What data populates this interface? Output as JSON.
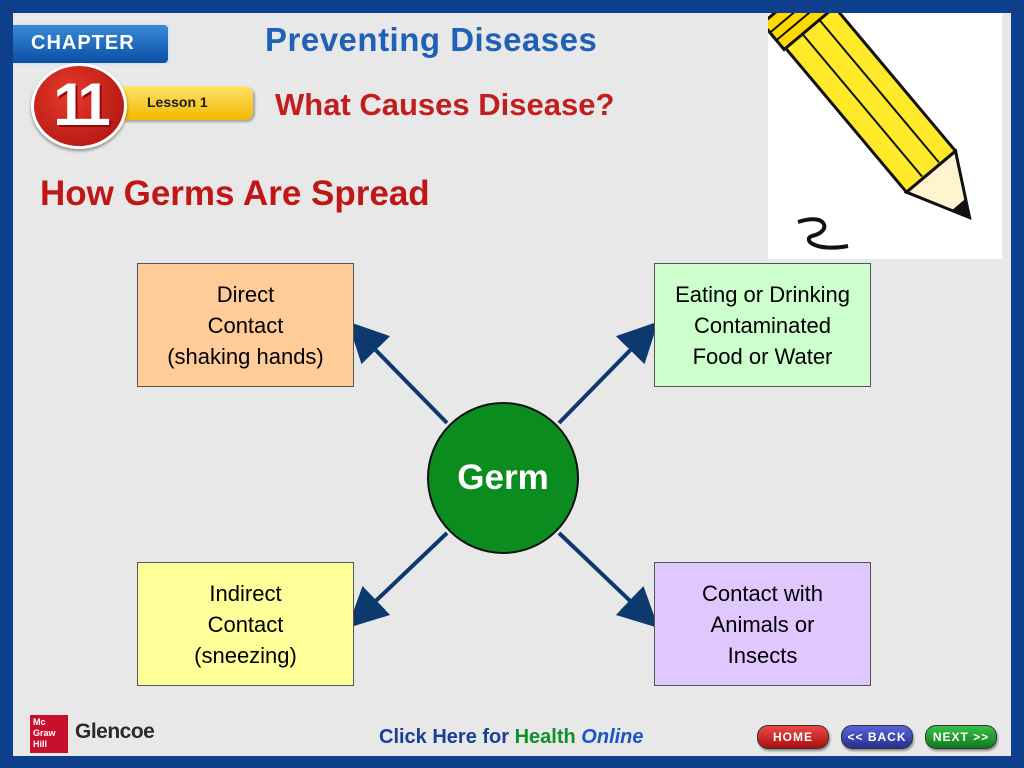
{
  "header": {
    "chapter_label": "CHAPTER",
    "chapter_number": "11",
    "lesson_label": "Lesson 1",
    "main_title": "Preventing Diseases",
    "lesson_title": "What Causes Disease?"
  },
  "section_title": "How Germs Are Spread",
  "diagram": {
    "center": "Germ",
    "boxes": {
      "direct": "Direct\nContact\n(shaking hands)",
      "eating": "Eating or Drinking\nContaminated\nFood or Water",
      "indirect": "Indirect\nContact\n(sneezing)",
      "animals": "Contact with\nAnimals or\nInsects"
    }
  },
  "footer": {
    "publisher_logo": "Mc Graw Hill",
    "publisher_name": "Glencoe",
    "link_prefix": "Click Here for ",
    "link_health": "Health",
    "link_online": "Online",
    "buttons": {
      "home": "HOME",
      "back": "<< BACK",
      "next": "NEXT >>"
    }
  },
  "colors": {
    "frame": "#0d3f8c",
    "title_blue": "#2061b8",
    "title_red": "#c21d1f",
    "germ_green": "#0a8c1e",
    "arrow": "#0c3a6e"
  },
  "icons": [
    "pencil-clipart",
    "mouse-icon"
  ]
}
